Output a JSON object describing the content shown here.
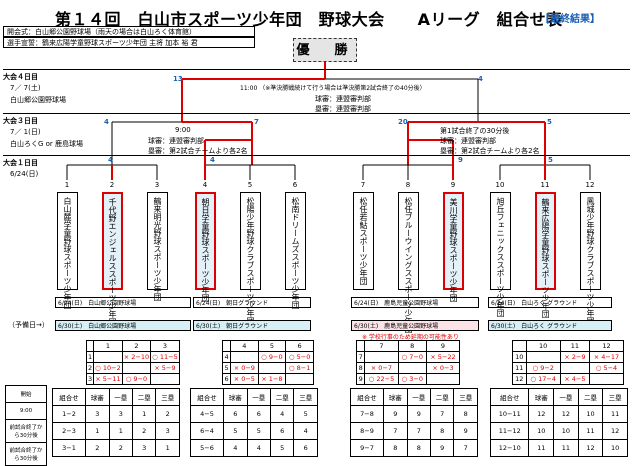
{
  "header": {
    "title": "第１４回　白山市スポーツ少年団　野球大会　　Aリーグ　組合せ表",
    "final_label": "【最終結果】",
    "ceremony": "開会式：白山郷公園野球場（雨天の場合は白山ろく体育館）",
    "oath": "選手宣誓：鶴来広陽学童野球スポーツ少年団 主将 加本 裕 君"
  },
  "champion": "優　勝",
  "rounds": {
    "r4": {
      "label": "大会４日目",
      "date": "7／ 7(土)",
      "venue": "白山郷公園野球場"
    },
    "r3": {
      "label": "大会３日目",
      "date": "7／ 1(日)",
      "venue": "白山ろくG or 鹿島球場"
    },
    "r1": {
      "label": "大会１日目",
      "date": "6/24(日)"
    }
  },
  "final_match": {
    "seed_left": "13",
    "seed_right": "4",
    "time": "11:00 （※準決勝戦続けて行う場合は準決勝第2試合終了の40分後）",
    "umpire": "球審：連盟審判部",
    "base": "塁審：連盟審判部"
  },
  "semi_left": {
    "seed_left": "4",
    "seed_right": "7",
    "time": "9:00",
    "umpire": "球審：連盟審判部",
    "base": "塁審：第2試合チームより各2名"
  },
  "semi_right": {
    "seed_left": "20",
    "seed_right": "5",
    "time": "第1試合終了の30分後",
    "umpire": "球審：連盟審判部",
    "base": "塁審：第2試合チームより各2名"
  },
  "teams": [
    {
      "no": "1",
      "name": "白山麓学童野球スポーツ少年団"
    },
    {
      "no": "2",
      "name": "千代野エンジェルススポーツ少年団"
    },
    {
      "no": "3",
      "name": "鶴来明光野球スポーツ少年団"
    },
    {
      "no": "4",
      "name": "朝日学童野球スポーツ少年団"
    },
    {
      "no": "5",
      "name": "松陽少年野球クラブスポーツ少年団"
    },
    {
      "no": "6",
      "name": "松南ドリームズスポーツ少年団"
    },
    {
      "no": "7",
      "name": "松任若鮎スポーツ少年団"
    },
    {
      "no": "8",
      "name": "松任ブルーウイングススポーツ少年団"
    },
    {
      "no": "9",
      "name": "美川学童野球スポーツ少年団"
    },
    {
      "no": "10",
      "name": "旭丘フェニックススポーツ少年団"
    },
    {
      "no": "11",
      "name": "鶴来広陽学童野球スポーツ少年団"
    },
    {
      "no": "12",
      "name": "鳳城少年野球クラブスポーツ少年団"
    }
  ],
  "seeds_r1": {
    "a": "4",
    "b": "9",
    "c": "5"
  },
  "venues_r1": [
    {
      "date": "6/24(日)",
      "name": "白山郷公園野球場"
    },
    {
      "date": "6/24(日)",
      "name": "朝日グラウンド"
    },
    {
      "date": "6/24(日)",
      "name": "鹿島児童公園野球場"
    },
    {
      "date": "6/24(日)",
      "name": "白山ろく グラウンド"
    }
  ],
  "reserve_label": "（予備日→）",
  "venues_reserve": [
    {
      "date": "6/30(土)",
      "name": "白山郷公園野球場"
    },
    {
      "date": "6/30(土)",
      "name": "朝日グラウンド"
    },
    {
      "date": "6/30(土)",
      "name": "鹿島児童公園野球場"
    },
    {
      "date": "6/30(土)",
      "name": "白山ろく グラウンド"
    }
  ],
  "warning": "※ 学校行事のため延期の可能性あり",
  "score_tables": [
    {
      "head": [
        "",
        "1",
        "2",
        "3"
      ],
      "rows": [
        [
          "1",
          "",
          "",
          "○ 11−5"
        ],
        [
          "2",
          "○ 10−2",
          "",
          "×  5−9"
        ],
        [
          "3",
          "× 5−11",
          "○ 9−0",
          ""
        ]
      ],
      "head2": [
        "",
        "",
        "× 2−10",
        ""
      ]
    },
    {
      "head": [
        "",
        "4",
        "5",
        "6"
      ],
      "rows": [
        [
          "4",
          "",
          "○ 9−0",
          "○ 5−0"
        ],
        [
          "5",
          "× 0−9",
          "",
          "○ 8−1"
        ],
        [
          "6",
          "× 0−5",
          "× 1−8",
          ""
        ]
      ]
    },
    {
      "head": [
        "",
        "7",
        "8",
        "9"
      ],
      "rows": [
        [
          "7",
          "",
          "○ 7−0",
          "× 5−22"
        ],
        [
          "8",
          "× 0−7",
          "",
          "× 0−3"
        ],
        [
          "9",
          "○ 22−5",
          "○ 3−0",
          ""
        ]
      ]
    },
    {
      "head": [
        "",
        "10",
        "11",
        "12"
      ],
      "rows": [
        [
          "10",
          "",
          "× 2−9",
          "× 4−17"
        ],
        [
          "11",
          "○ 9−2",
          "",
          "○ 5−4"
        ],
        [
          "12",
          "○ 17−4",
          "× 4−5",
          ""
        ]
      ]
    }
  ],
  "start_table": {
    "head": "開始",
    "rows": [
      "9:00",
      "前試合終了から30分後",
      "前試合終了から30分後"
    ]
  },
  "order_head": [
    "組合せ",
    "球審",
    "一塁",
    "二塁",
    "三塁"
  ],
  "order_tables": [
    [
      [
        "1−2",
        "3",
        "3",
        "1",
        "2"
      ],
      [
        "2−3",
        "1",
        "1",
        "2",
        "3"
      ],
      [
        "3−1",
        "2",
        "2",
        "3",
        "1"
      ]
    ],
    [
      [
        "4−5",
        "6",
        "6",
        "4",
        "5"
      ],
      [
        "6−4",
        "5",
        "5",
        "6",
        "4"
      ],
      [
        "5−6",
        "4",
        "4",
        "5",
        "6"
      ]
    ],
    [
      [
        "7−8",
        "9",
        "9",
        "7",
        "8"
      ],
      [
        "8−9",
        "7",
        "7",
        "8",
        "9"
      ],
      [
        "9−7",
        "8",
        "8",
        "9",
        "7"
      ]
    ],
    [
      [
        "10−11",
        "12",
        "12",
        "10",
        "11"
      ],
      [
        "11−12",
        "10",
        "10",
        "11",
        "12"
      ],
      [
        "12−10",
        "11",
        "11",
        "12",
        "10"
      ]
    ]
  ]
}
